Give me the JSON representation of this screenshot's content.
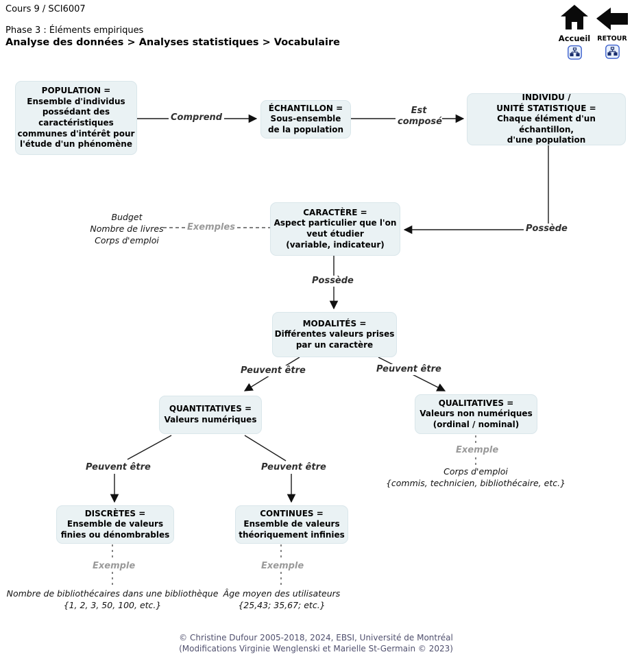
{
  "header": {
    "course": "Cours 9 / SCI6007",
    "phase": "Phase 3 : Éléments empiriques",
    "breadcrumb": "Analyse des données > Analyses statistiques > Vocabulaire"
  },
  "nav": {
    "home_label": "Accueil",
    "back_label": "RETOUR",
    "home_icon": "home-icon",
    "back_icon": "back-arrow-icon",
    "sitemap_icon": "sitemap-icon"
  },
  "diagram": {
    "boxes": {
      "population": "POPULATION =\nEnsemble d'individus\npossédant des\ncaractéristiques\ncommunes d'intérêt pour\nl'étude d'un phénomène",
      "echantillon": "ÉCHANTILLON =\nSous-ensemble\nde la population",
      "individu": "INDIVIDU /\nUNITÉ STATISTIQUE =\nChaque élément d'un échantillon,\nd'une population",
      "caractere": "CARACTÈRE =\nAspect particulier que l'on\nveut étudier\n(variable, indicateur)",
      "modalites": "MODALITÉS =\nDifférentes valeurs prises\npar un caractère",
      "quantitatives": "QUANTITATIVES =\nValeurs numériques",
      "qualitatives": "QUALITATIVES =\nValeurs non numériques\n(ordinal / nominal)",
      "discretes": "DISCRÈTES =\nEnsemble de valeurs\nfinies ou dénombrables",
      "continues": "CONTINUES =\nEnsemble de valeurs\nthéoriquement infinies"
    },
    "labels": {
      "comprend": "Comprend",
      "est_compose": "Est\ncomposé",
      "possede": "Possède",
      "peuvent_etre": "Peuvent être",
      "exemples": "Exemples",
      "exemple": "Exemple"
    },
    "examples": {
      "caractere": "Budget\nNombre de livres\nCorps d'emploi",
      "qualitatives": "Corps d'emploi\n{commis, technicien, bibliothécaire, etc.}",
      "discretes": "Nombre de bibliothécaires dans une bibliothèque\n{1, 2, 3, 50, 100, etc.}",
      "continues": "Âge moyen des utilisateurs\n{25,43; 35,67; etc.}"
    }
  },
  "footer": {
    "copyright": "© Christine Dufour 2005-2018, 2024, EBSI, Université de Montréal\n(Modifications Virginie Wenglenski et Marielle St-Germain © 2023)"
  },
  "colors": {
    "box_fill": "#eaf2f4",
    "box_border": "#d9e6ea",
    "relation_label": "#2f2f2f",
    "example_label_gray": "#9a9a9a",
    "footer_text": "#50506e",
    "nav_icon_black": "#0a0a0a",
    "mini_icon_blue": "#3a5fcd"
  }
}
